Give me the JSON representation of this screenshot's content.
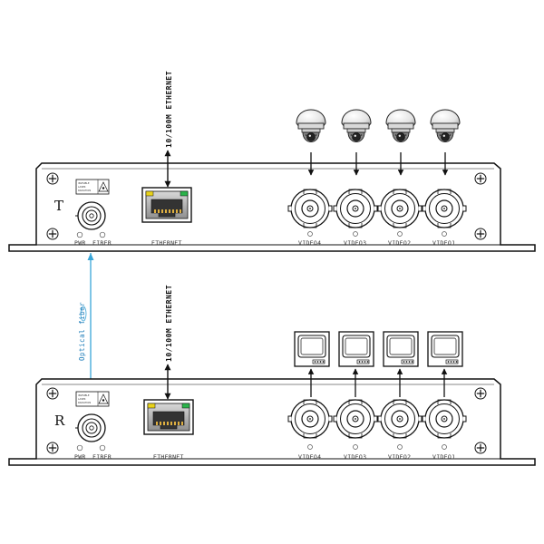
{
  "transmitter": {
    "letter": "T",
    "pwr_label": "PWR",
    "fiber_label": "FIBER",
    "ethernet_port_label": "ETHERNET",
    "ethernet_link_label": "10/100M ETHERNET",
    "video_labels": [
      "VIDEO4",
      "VIDEO3",
      "VIDEO2",
      "VIDEO1"
    ],
    "sources": [
      "camera-icon",
      "camera-icon",
      "camera-icon",
      "camera-icon"
    ]
  },
  "receiver": {
    "letter": "R",
    "pwr_label": "PWR",
    "fiber_label": "FIBER",
    "ethernet_port_label": "ETHERNET",
    "ethernet_link_label": "10/100M ETHERNET",
    "video_labels": [
      "VIDEO4",
      "VIDEO3",
      "VIDEO2",
      "VIDEO1"
    ],
    "sinks": [
      "monitor-icon",
      "monitor-icon",
      "monitor-icon",
      "monitor-icon"
    ]
  },
  "link": {
    "optical_fiber_label": "Optical fiber",
    "fiber_color": "#3aa6d8"
  },
  "colors": {
    "led_yellow": "#e8d21a",
    "led_green": "#2bb34a",
    "outline": "#111111"
  }
}
